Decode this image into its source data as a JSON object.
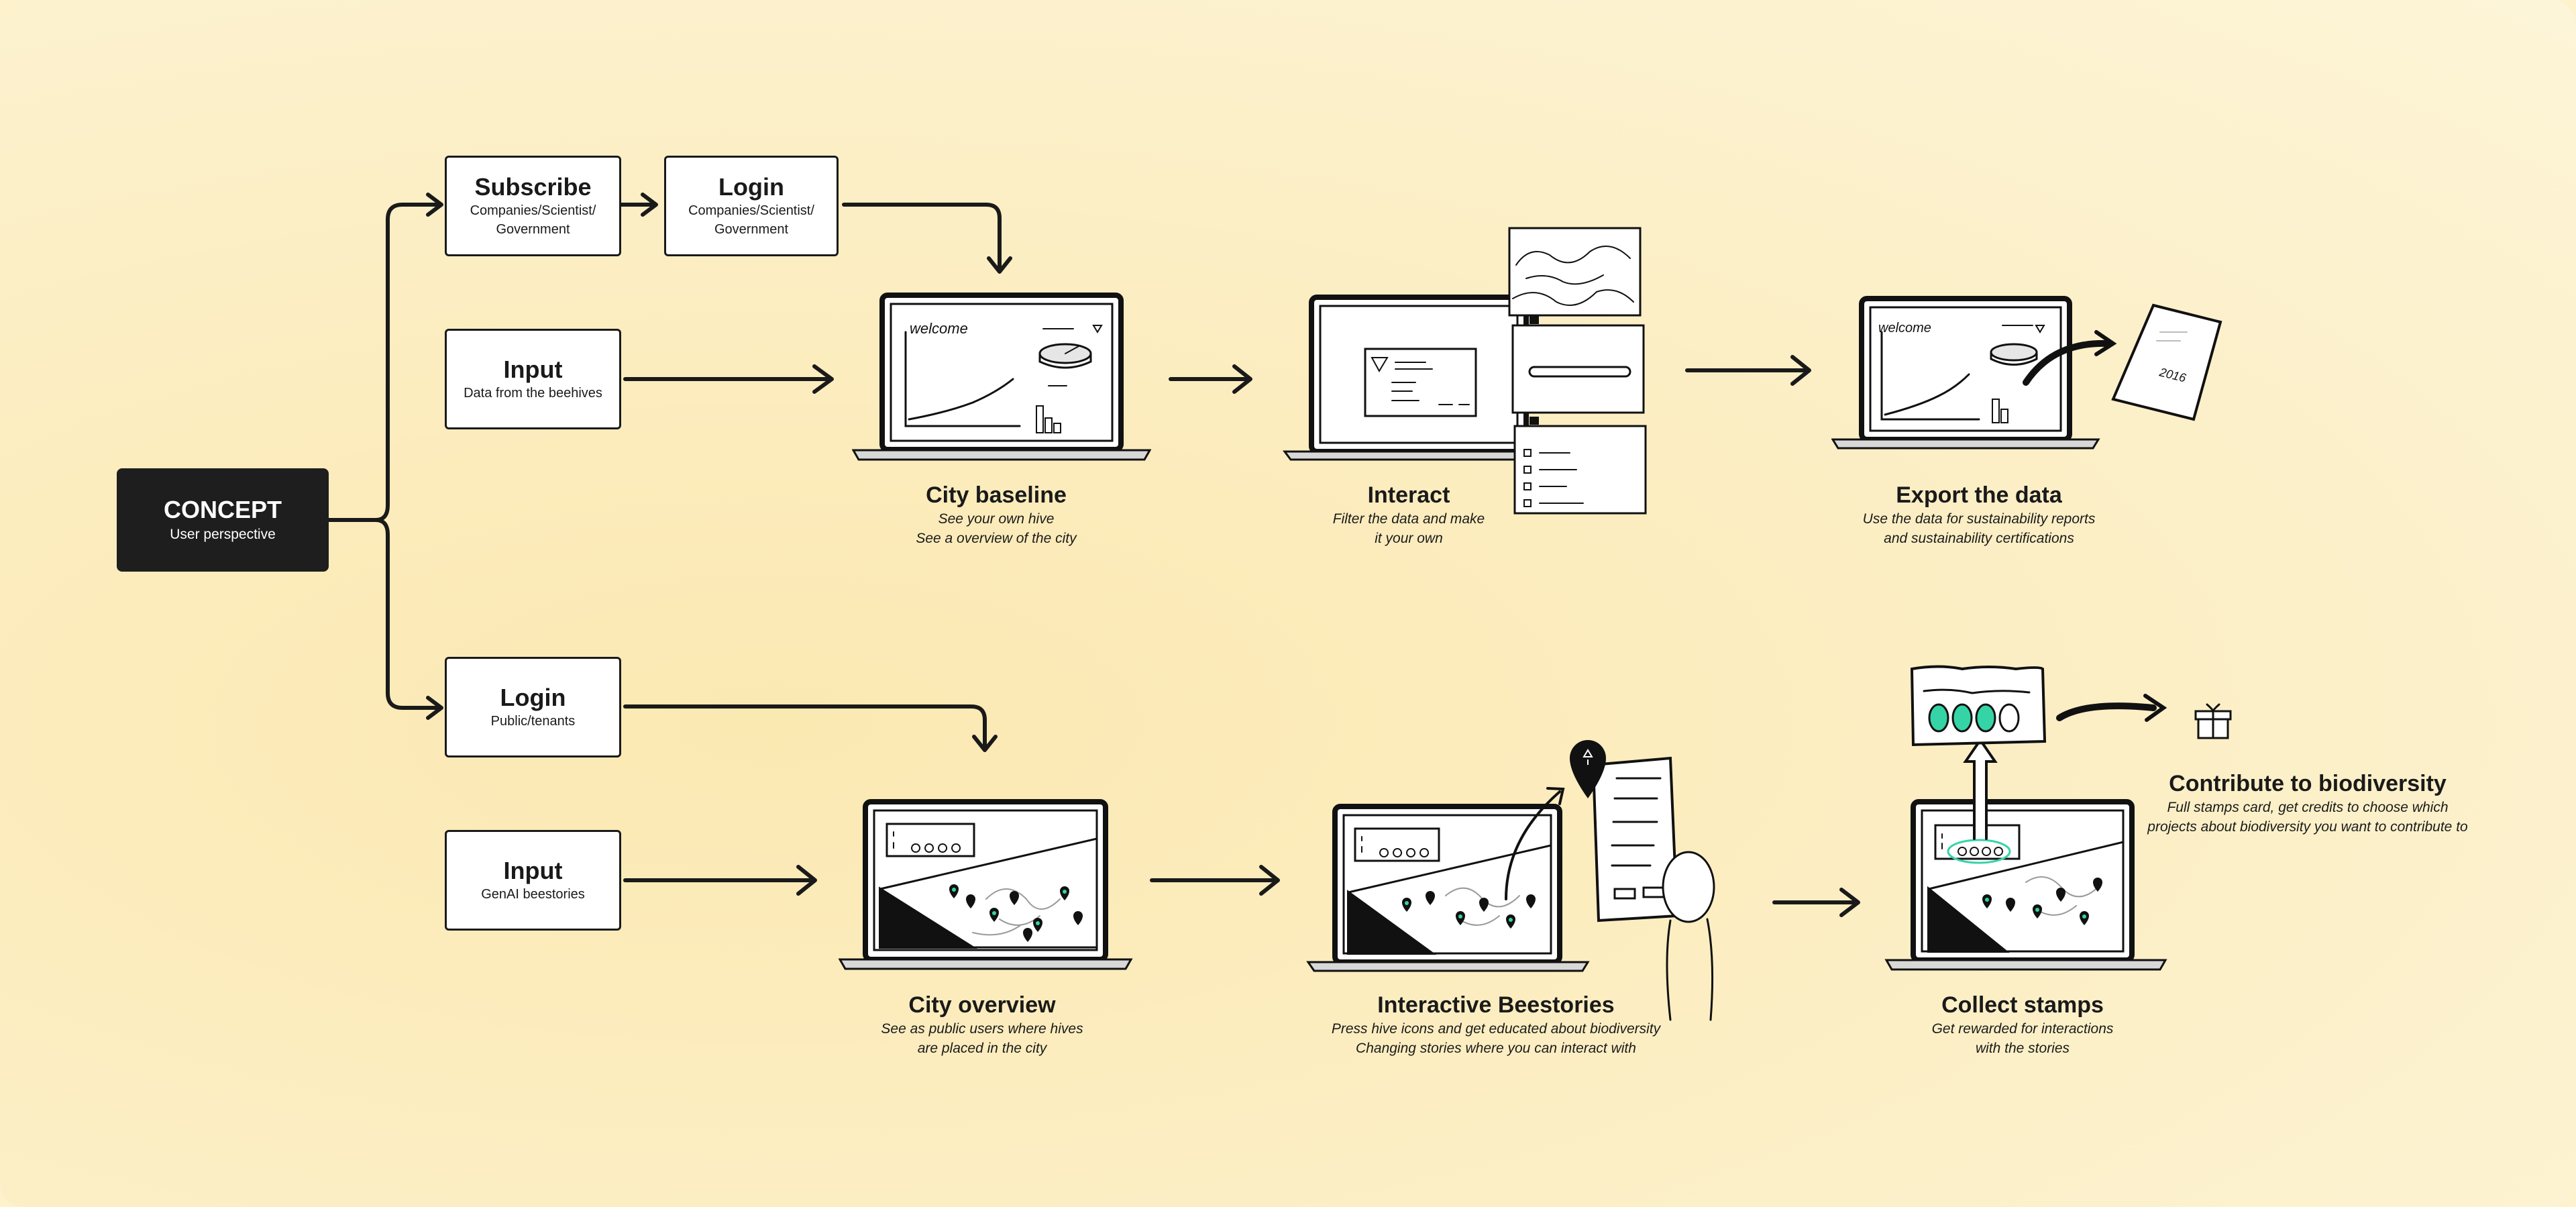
{
  "concept": {
    "title": "CONCEPT",
    "subtitle": "User perspective"
  },
  "nodes": {
    "subscribe": {
      "title": "Subscribe",
      "subtitle": "Companies/Scientist/ Government"
    },
    "login_top": {
      "title": "Login",
      "subtitle": "Companies/Scientist/ Government"
    },
    "input_top": {
      "title": "Input",
      "subtitle": "Data from the beehives"
    },
    "login_bottom": {
      "title": "Login",
      "subtitle": "Public/tenants"
    },
    "input_bottom": {
      "title": "Input",
      "subtitle": "GenAI beestories"
    }
  },
  "stages": {
    "city_baseline": {
      "title": "City baseline",
      "lines": [
        "See your own hive",
        "See a overview of the city"
      ]
    },
    "interact": {
      "title": "Interact",
      "lines": [
        "Filter the data and make",
        "it your own"
      ]
    },
    "export": {
      "title": "Export the data",
      "lines": [
        "Use the data for sustainability reports",
        "and sustainability certifications"
      ]
    },
    "city_overview": {
      "title": "City overview",
      "lines": [
        "See as public users where hives",
        "are placed in the city"
      ]
    },
    "beestories": {
      "title": "Interactive Beestories",
      "lines": [
        "Press hive icons and get educated about biodiversity",
        "Changing stories where you can interact with"
      ]
    },
    "stamps": {
      "title": "Collect stamps",
      "lines": [
        "Get rewarded for interactions",
        "with the stories"
      ]
    },
    "biodiversity": {
      "title": "Contribute to biodiversity",
      "lines": [
        "Full stamps card, get credits to choose which",
        "projects about biodiversity you want to contribute to"
      ]
    }
  },
  "sketch_text": {
    "welcome": "welcome",
    "report_year": "2016"
  },
  "colors": {
    "background": "#fcefc6",
    "ink": "#1a1a1a",
    "accent": "#35d4a6",
    "dark_node": "#1e1e1e"
  }
}
